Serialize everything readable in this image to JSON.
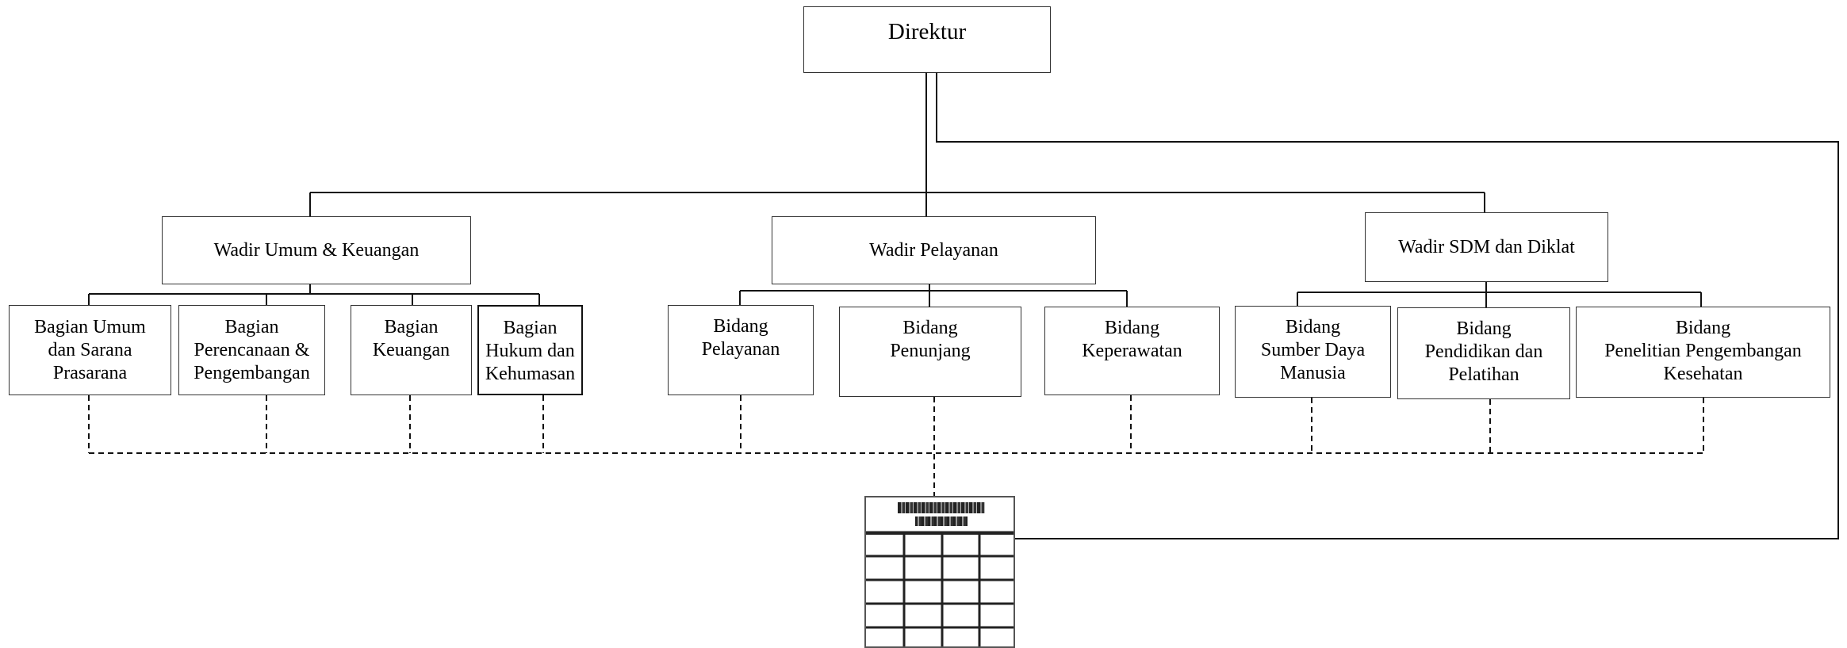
{
  "diagram": {
    "top": {
      "label": "Direktur"
    },
    "wadir": [
      {
        "id": "umum",
        "label": "Wadir Umum & Keuangan"
      },
      {
        "id": "pelayanan",
        "label": "Wadir Pelayanan"
      },
      {
        "id": "sdm",
        "label": "Wadir SDM dan Diklat"
      }
    ],
    "units": [
      {
        "id": "bagian-umum",
        "label": "Bagian Umum\ndan Sarana\nPrasarana"
      },
      {
        "id": "bagian-perencanaan",
        "label": "Bagian\nPerencanaan &\nPengembangan"
      },
      {
        "id": "bagian-keuangan",
        "label": "Bagian\nKeuangan"
      },
      {
        "id": "bagian-hukum",
        "label": "Bagian\nHukum dan\nKehumasan"
      },
      {
        "id": "bidang-pelayanan",
        "label": "Bidang\nPelayanan"
      },
      {
        "id": "bidang-penunjang",
        "label": "Bidang\nPenunjang"
      },
      {
        "id": "bidang-keperawatan",
        "label": "Bidang\nKeperawatan"
      },
      {
        "id": "bidang-sdm",
        "label": "Bidang\nSumber Daya\nManusia"
      },
      {
        "id": "bidang-pendidikan",
        "label": "Bidang\nPendidikan dan\nPelatihan"
      },
      {
        "id": "bidang-penelitian",
        "label": "Bidang\nPenelitian Pengembangan\nKesehatan"
      }
    ]
  }
}
